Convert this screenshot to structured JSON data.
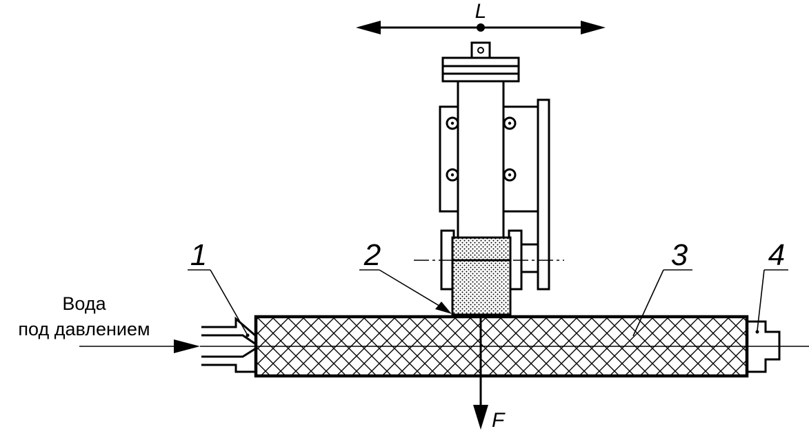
{
  "labels": {
    "motion": "L",
    "force": "F",
    "part1": "1",
    "part2": "2",
    "part3": "3",
    "part4": "4",
    "water_line1": "Вода",
    "water_line2": "под давлением"
  }
}
